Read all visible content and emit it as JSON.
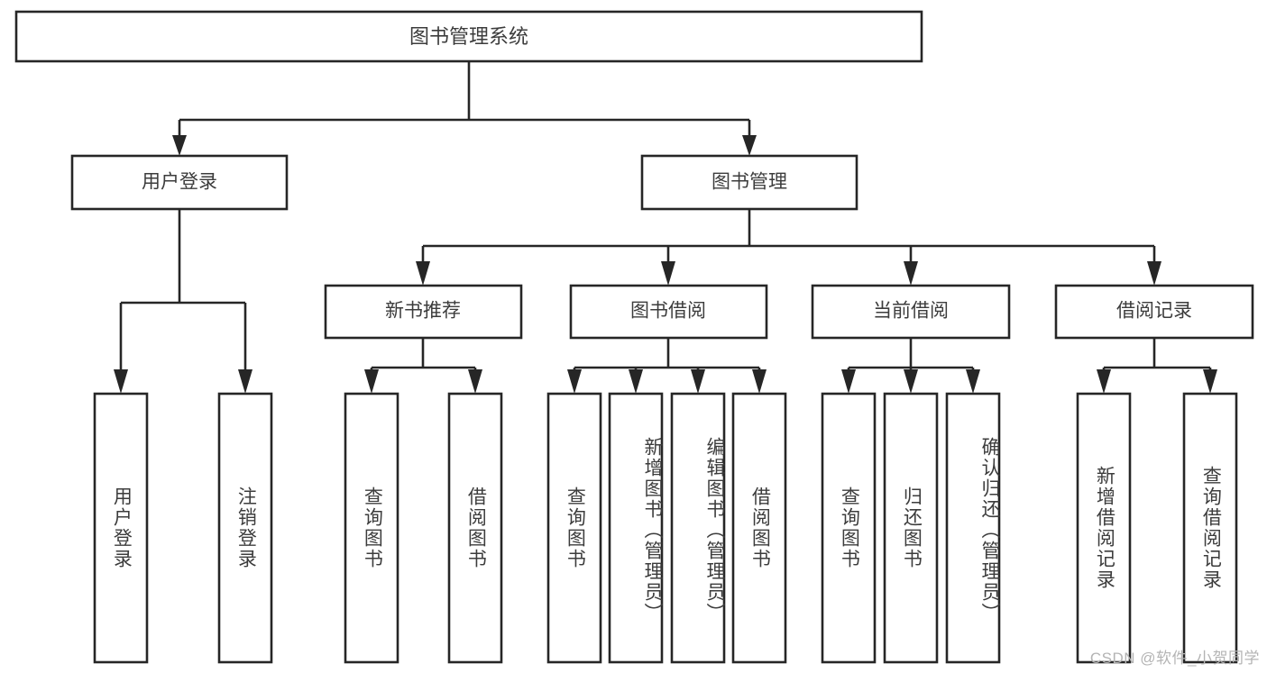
{
  "diagram": {
    "title": "图书管理系统",
    "type": "tree-hierarchy-diagram",
    "root": {
      "label": "图书管理系统",
      "children": [
        {
          "label": "用户登录",
          "children": [
            {
              "label": "用户登录",
              "orientation": "vertical"
            },
            {
              "label": "注销登录",
              "orientation": "vertical"
            }
          ]
        },
        {
          "label": "图书管理",
          "children": [
            {
              "label": "新书推荐",
              "children": [
                {
                  "label": "查询图书",
                  "orientation": "vertical"
                },
                {
                  "label": "借阅图书",
                  "orientation": "vertical"
                }
              ]
            },
            {
              "label": "图书借阅",
              "children": [
                {
                  "label": "查询图书",
                  "orientation": "vertical"
                },
                {
                  "label": "新增图书（管理员）",
                  "orientation": "vertical"
                },
                {
                  "label": "编辑图书（管理员）",
                  "orientation": "vertical"
                },
                {
                  "label": "借阅图书",
                  "orientation": "vertical"
                }
              ]
            },
            {
              "label": "当前借阅",
              "children": [
                {
                  "label": "查询图书",
                  "orientation": "vertical"
                },
                {
                  "label": "归还图书",
                  "orientation": "vertical"
                },
                {
                  "label": "确认归还（管理员）",
                  "orientation": "vertical"
                }
              ]
            },
            {
              "label": "借阅记录",
              "children": [
                {
                  "label": "新增借阅记录",
                  "orientation": "vertical"
                },
                {
                  "label": "查询借阅记录",
                  "orientation": "vertical"
                }
              ]
            }
          ]
        }
      ]
    },
    "nodes": {
      "root_title": "图书管理系统",
      "l1_user_login": "用户登录",
      "l1_book_mgmt": "图书管理",
      "l2_new_book_rec": "新书推荐",
      "l2_book_borrow": "图书借阅",
      "l2_current_borrow": "当前借阅",
      "l2_borrow_record": "借阅记录",
      "leaf_user_login": "用户登录",
      "leaf_logout": "注销登录",
      "leaf_rec_query": "查询图书",
      "leaf_rec_borrow": "借阅图书",
      "leaf_borrow_query": "查询图书",
      "leaf_borrow_add": "新增图书（管理员）",
      "leaf_borrow_edit": "编辑图书（管理员）",
      "leaf_borrow_lend": "借阅图书",
      "leaf_cur_query": "查询图书",
      "leaf_cur_return": "归还图书",
      "leaf_cur_confirm": "确认归还（管理员）",
      "leaf_rec_add": "新增借阅记录",
      "leaf_rec_query2": "查询借阅记录"
    },
    "colors": {
      "stroke": "#262626",
      "fill": "#ffffff",
      "text": "#3c3c3c",
      "watermark": "#b4b4b4"
    },
    "watermark": "CSDN @软件_小贺同学"
  }
}
